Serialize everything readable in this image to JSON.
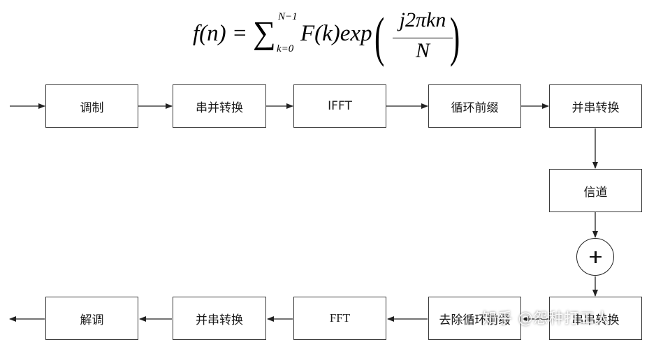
{
  "formula": {
    "lhs": "f(n) = ",
    "sum_symbol": "∑",
    "upper_limit": "N−1",
    "lower_limit": "k=0",
    "term": "F(k)exp",
    "frac_numerator": "j2πkn",
    "frac_denominator": "N",
    "left_paren": "(",
    "right_paren": ")"
  },
  "blocks": {
    "modulation": "调制",
    "sp_conversion": "串并转换",
    "ifft": "IFFT",
    "add_cp": "循环前缀",
    "ps_conversion_tx": "并串转换",
    "channel": "信道",
    "sp_conversion_rx": "串串转换",
    "remove_cp": "去除循环前缀",
    "fft": "FFT",
    "ps_conversion_rx": "并串转换",
    "demodulation": "解调"
  },
  "adder_symbol": "+",
  "watermark": "知乎 @怨种打工人",
  "colors": {
    "stroke": "#3a3a3a",
    "text": "#1a1a1a",
    "background": "#ffffff"
  }
}
